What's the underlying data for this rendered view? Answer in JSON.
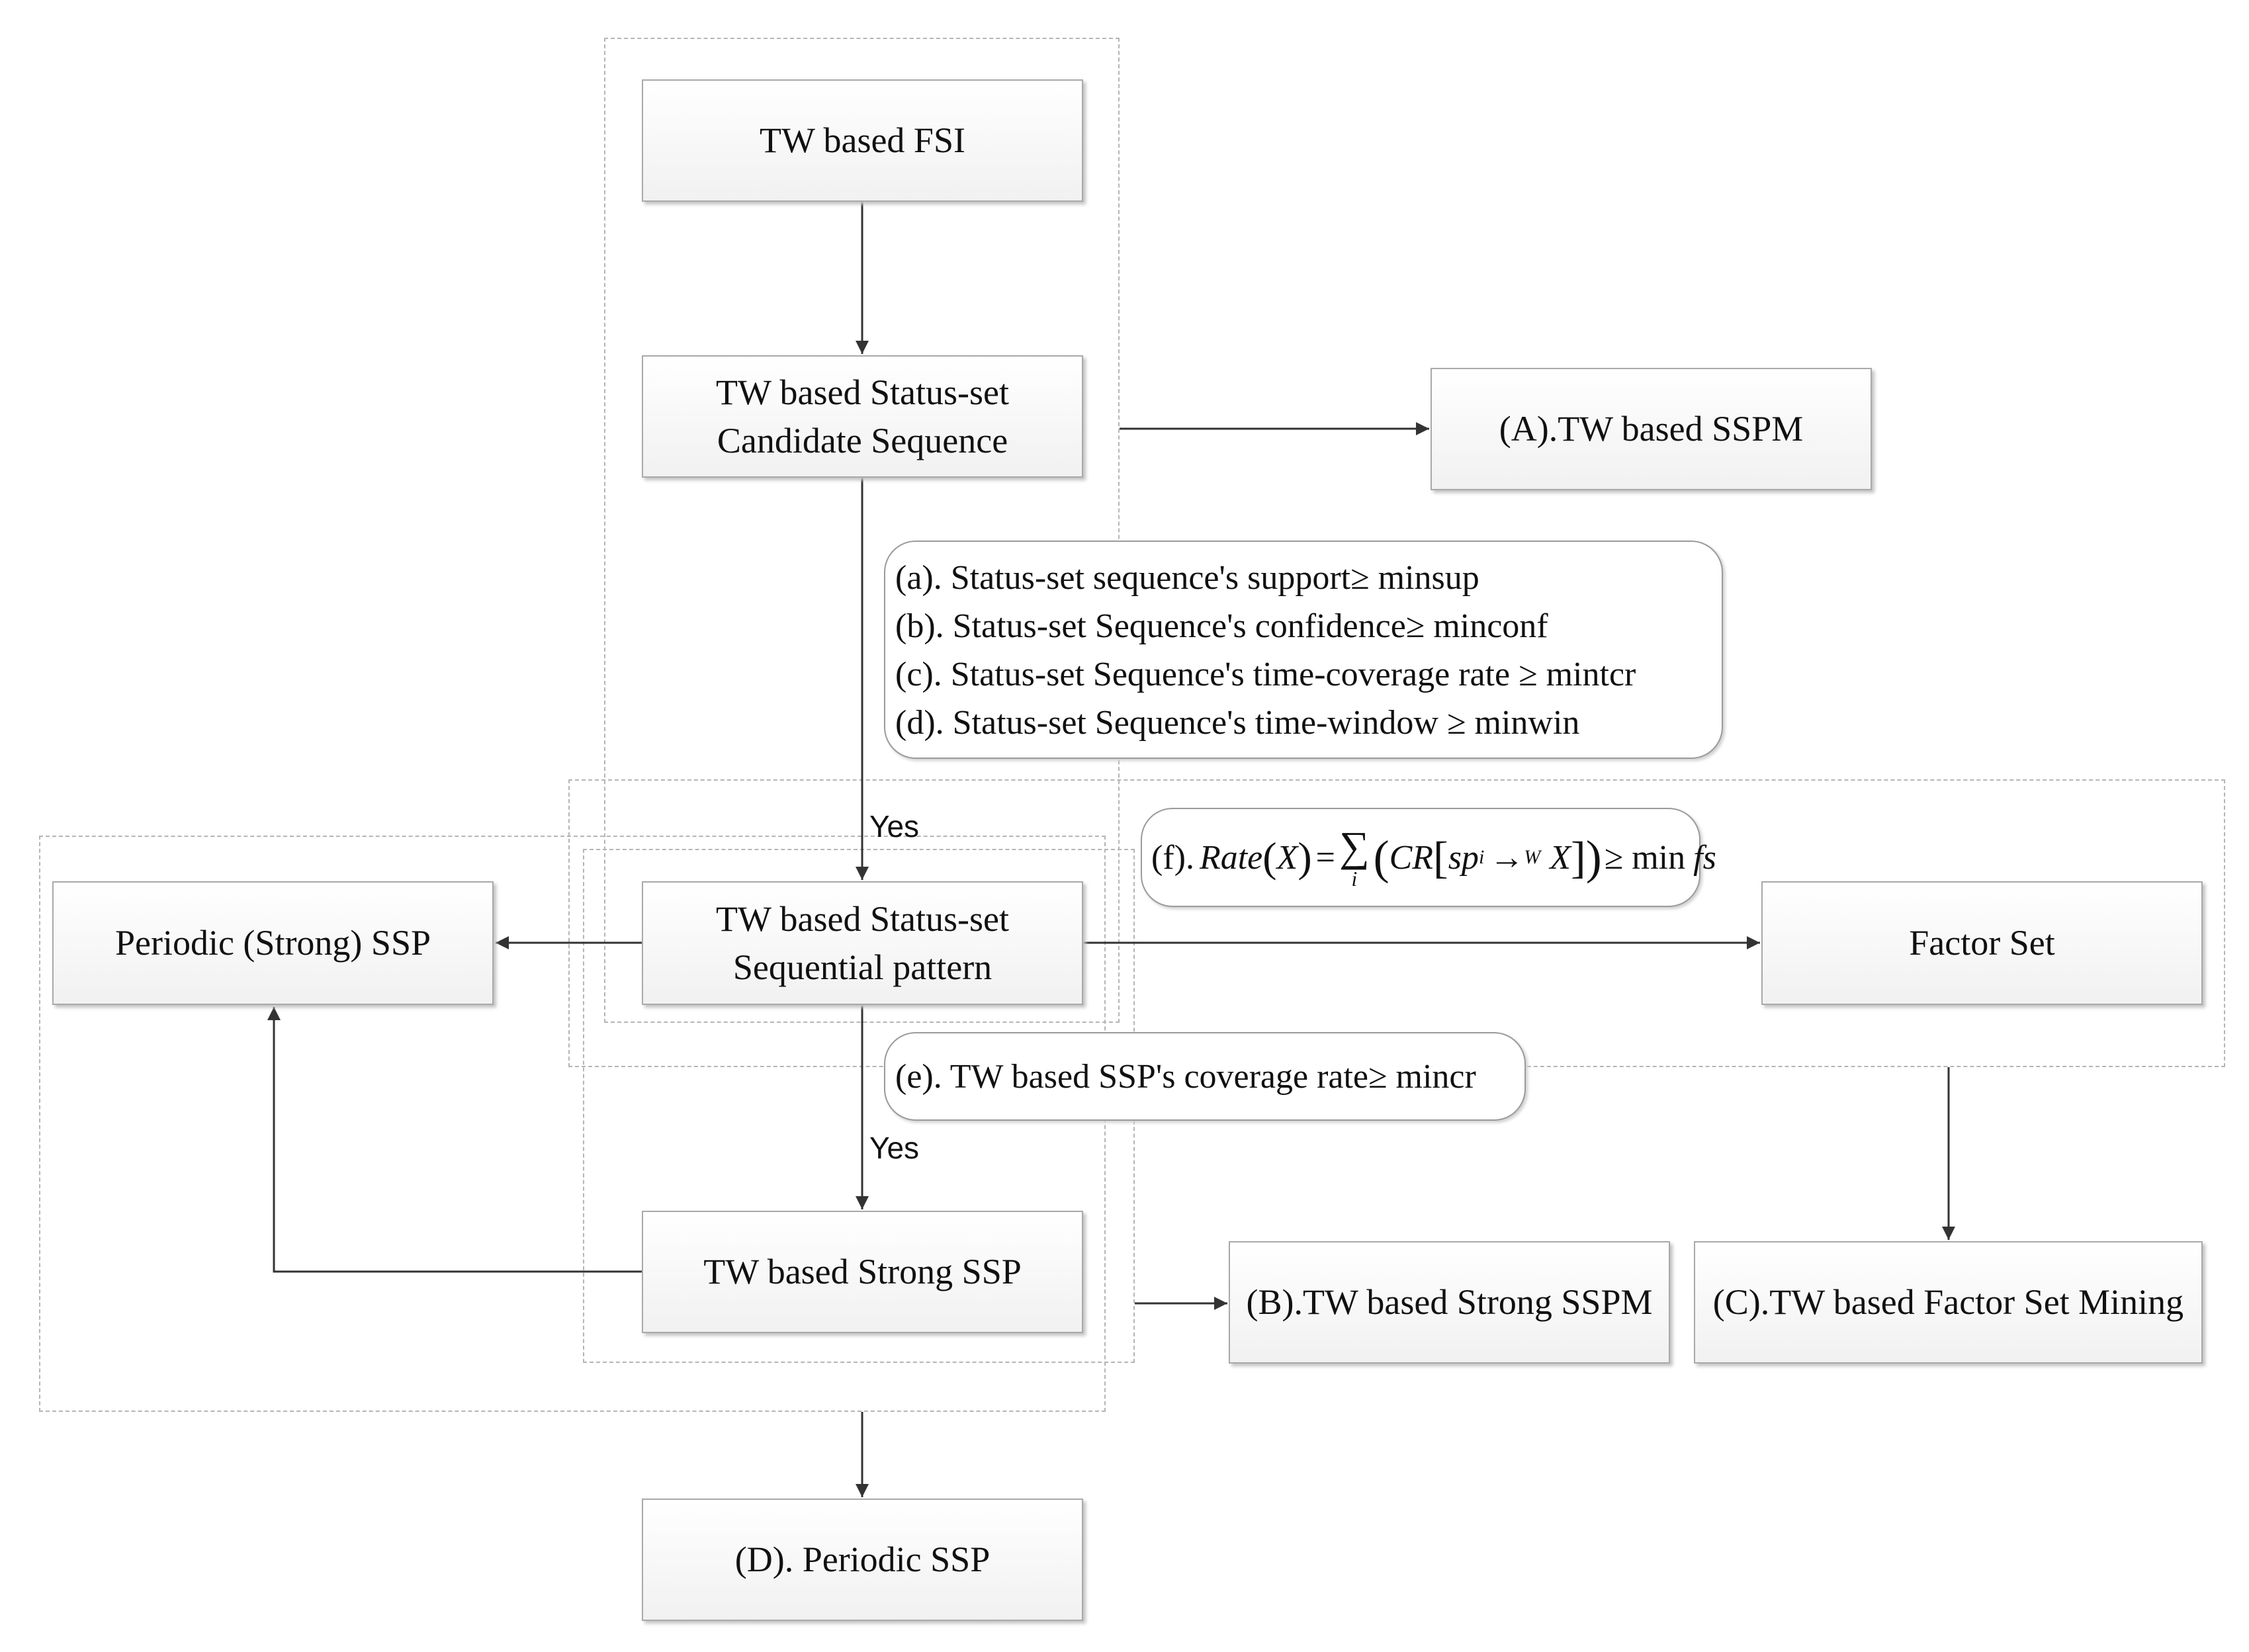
{
  "nodes": {
    "fsi": "TW based FSI",
    "candidate_line1": "TW based Status-set",
    "candidate_line2": "Candidate Sequence",
    "a_sspm": "(A).TW based SSPM",
    "pattern_line1": "TW based Status-set",
    "pattern_line2": "Sequential pattern",
    "periodic_strong": "Periodic (Strong) SSP",
    "factor_set": "Factor Set",
    "strong_ssp": "TW based Strong SSP",
    "b_strong_sspm": "(B).TW based Strong SSPM",
    "c_factor_mining": "(C).TW based Factor Set Mining",
    "d_periodic": "(D). Periodic SSP"
  },
  "conditions": {
    "a": "(a). Status-set sequence's support≥ minsup",
    "b": "(b). Status-set Sequence's confidence≥  minconf",
    "c": "(c). Status-set Sequence's time-coverage rate ≥ mintcr",
    "d": "(d). Status-set Sequence's time-window ≥ minwin",
    "e": "(e). TW based SSP's coverage rate≥ mincr",
    "f_label": "(f).",
    "f_formula": {
      "rate": "Rate",
      "x": "X",
      "equals": "=",
      "sum": "∑",
      "sum_index": "i",
      "cr": "CR",
      "sp": "sp",
      "sp_sub": "i",
      "arrow": "→",
      "arrow_sup": "W",
      "rhs": "≥ min",
      "fs": "fs"
    }
  },
  "yes_labels": {
    "first": "Yes",
    "second": "Yes"
  }
}
